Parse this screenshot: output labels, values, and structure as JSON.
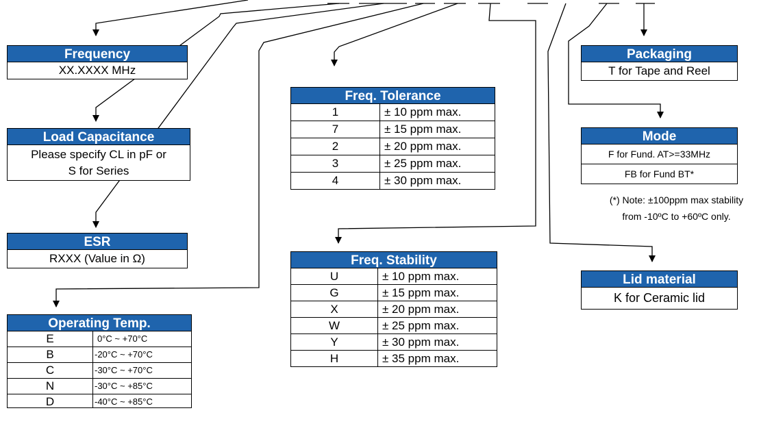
{
  "frequency": {
    "title": "Frequency",
    "value": "XX.XXXX MHz"
  },
  "load_capacitance": {
    "title": "Load Capacitance",
    "line1": "Please specify CL in pF or",
    "line2": "S for Series"
  },
  "esr": {
    "title": "ESR",
    "value": "RXXX (Value in Ω)"
  },
  "operating_temp": {
    "title": "Operating Temp.",
    "rows": [
      {
        "code": "E",
        "range": "0°C ~ +70°C"
      },
      {
        "code": "B",
        "range": "-20°C ~ +70°C"
      },
      {
        "code": "C",
        "range": "-30°C ~ +70°C"
      },
      {
        "code": "N",
        "range": "-30°C ~ +85°C"
      },
      {
        "code": "D",
        "range": "-40°C ~ +85°C"
      }
    ]
  },
  "freq_tolerance": {
    "title": "Freq. Tolerance",
    "rows": [
      {
        "code": "1",
        "value": "± 10 ppm max."
      },
      {
        "code": "7",
        "value": "± 15 ppm max."
      },
      {
        "code": "2",
        "value": "± 20 ppm max."
      },
      {
        "code": "3",
        "value": "± 25 ppm max."
      },
      {
        "code": "4",
        "value": "± 30 ppm max."
      }
    ]
  },
  "freq_stability": {
    "title": "Freq. Stability",
    "rows": [
      {
        "code": "U",
        "value": "± 10 ppm max."
      },
      {
        "code": "G",
        "value": "± 15 ppm max."
      },
      {
        "code": "X",
        "value": "± 20 ppm max."
      },
      {
        "code": "W",
        "value": "± 25 ppm max."
      },
      {
        "code": "Y",
        "value": "± 30 ppm max."
      },
      {
        "code": "H",
        "value": "± 35 ppm max."
      }
    ]
  },
  "packaging": {
    "title": "Packaging",
    "value": "T for Tape and Reel"
  },
  "mode": {
    "title": "Mode",
    "row1": "F for Fund. AT>=33MHz",
    "row2": "FB for Fund BT*"
  },
  "note": {
    "line1": "(*) Note:  ±100ppm max stability",
    "line2": "from -10ºC to +60ºC only."
  },
  "lid_material": {
    "title": "Lid material",
    "value": "K for Ceramic lid"
  },
  "colors": {
    "header_bg": "#1f64ad",
    "header_text": "#ffffff",
    "border": "#000000"
  },
  "icons": [
    "arrow-down-icon"
  ]
}
